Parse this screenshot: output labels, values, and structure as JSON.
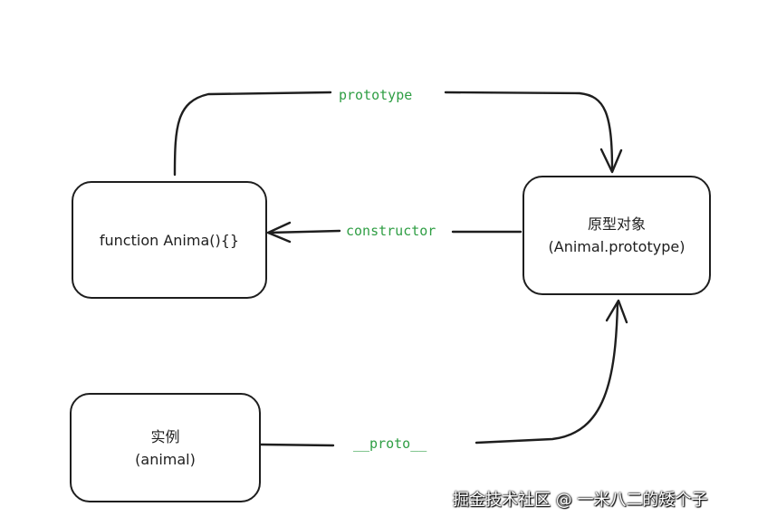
{
  "diagram": {
    "nodes": [
      {
        "id": "function",
        "lines": [
          "function Anima(){}"
        ]
      },
      {
        "id": "prototype",
        "lines": [
          "原型对象",
          "(Animal.prototype)"
        ]
      },
      {
        "id": "instance",
        "lines": [
          "实例",
          "(animal)"
        ]
      }
    ],
    "edges": [
      {
        "from": "function",
        "to": "prototype",
        "label": "prototype"
      },
      {
        "from": "prototype",
        "to": "function",
        "label": "constructor"
      },
      {
        "from": "instance",
        "to": "prototype",
        "label": "__proto__"
      }
    ]
  },
  "colors": {
    "stroke": "#1e1e1e",
    "edge_label": "#2f9e44",
    "background": "#ffffff"
  },
  "watermark": "掘金技术社区 @ 一米八二的矮个子"
}
